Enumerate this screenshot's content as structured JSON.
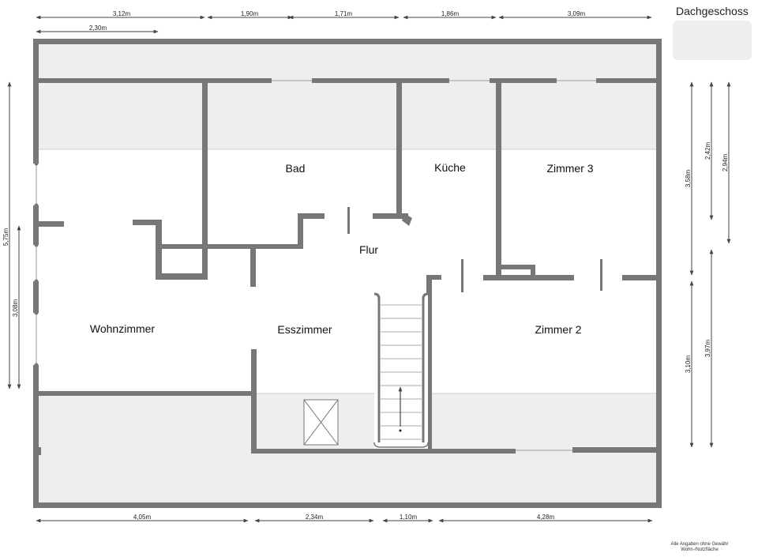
{
  "title": "Dachgeschoss",
  "rooms": {
    "bad": "Bad",
    "kueche": "Küche",
    "zimmer3": "Zimmer 3",
    "flur": "Flur",
    "wohnzimmer": "Wohnzimmer",
    "esszimmer": "Esszimmer",
    "zimmer2": "Zimmer 2"
  },
  "dimensions": {
    "top": [
      "3,12m",
      "1,90m",
      "1,71m",
      "1,86m",
      "3,09m"
    ],
    "top_inner": "2,30m",
    "bottom": [
      "4,05m",
      "2,34m",
      "1,10m",
      "4,28m"
    ],
    "left_outer": "5,75m",
    "left_inner": "3,08m",
    "right": [
      "3,58m",
      "2,42m",
      "2,94m",
      "3,10m",
      "3,97m"
    ]
  },
  "disclaimer": {
    "line1": "Alle Angaben ohne Gewähr",
    "line2": "Wohn-/Nutzfläche"
  },
  "colors": {
    "wall": "#777777",
    "wall_outer": "#6e6e6e",
    "sloped_area": "#eeeeee",
    "dimension": "#444444",
    "redacted": "#eeeeee"
  }
}
